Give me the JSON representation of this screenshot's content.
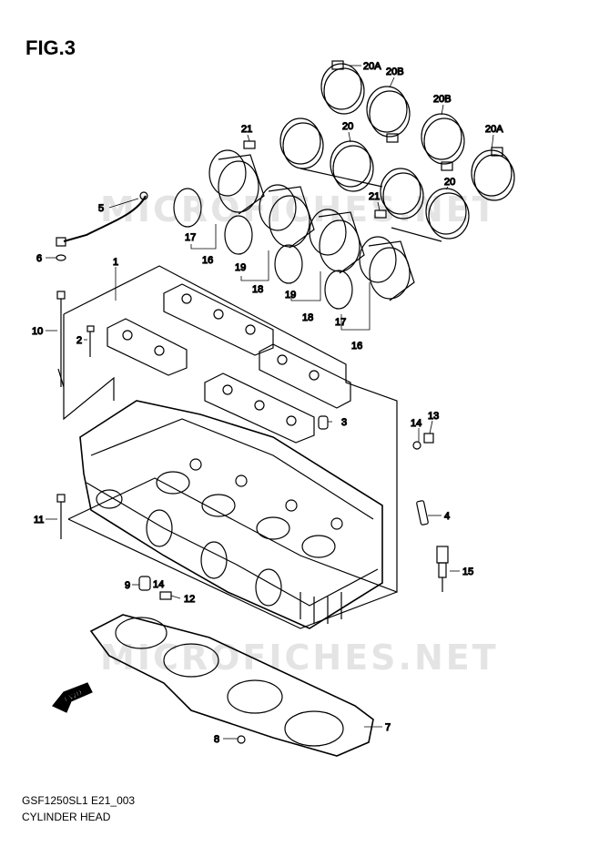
{
  "figure": {
    "title": "FIG.3"
  },
  "footer": {
    "code": "GSF1250SL1 E21_003",
    "name": "CYLINDER HEAD"
  },
  "watermark": {
    "text": "MICROFICHES.NET"
  },
  "fwd_label": "FWD",
  "callouts": {
    "p1": "1",
    "p2": "2",
    "p3": "3",
    "p4": "4",
    "p5": "5",
    "p6": "6",
    "p7": "7",
    "p8": "8",
    "p9": "9",
    "p10": "10",
    "p11": "11",
    "p12": "12",
    "p13": "13",
    "p14a": "14",
    "p14b": "14",
    "p15": "15",
    "p16a": "16",
    "p16b": "16",
    "p17a": "17",
    "p17b": "17",
    "p18a": "18",
    "p18b": "18",
    "p19a": "19",
    "p19b": "19",
    "p20a": "20",
    "p20b": "20",
    "p20A_1": "20A",
    "p20A_2": "20A",
    "p20B_1": "20B",
    "p20B_2": "20B",
    "p21a": "21",
    "p21b": "21"
  }
}
